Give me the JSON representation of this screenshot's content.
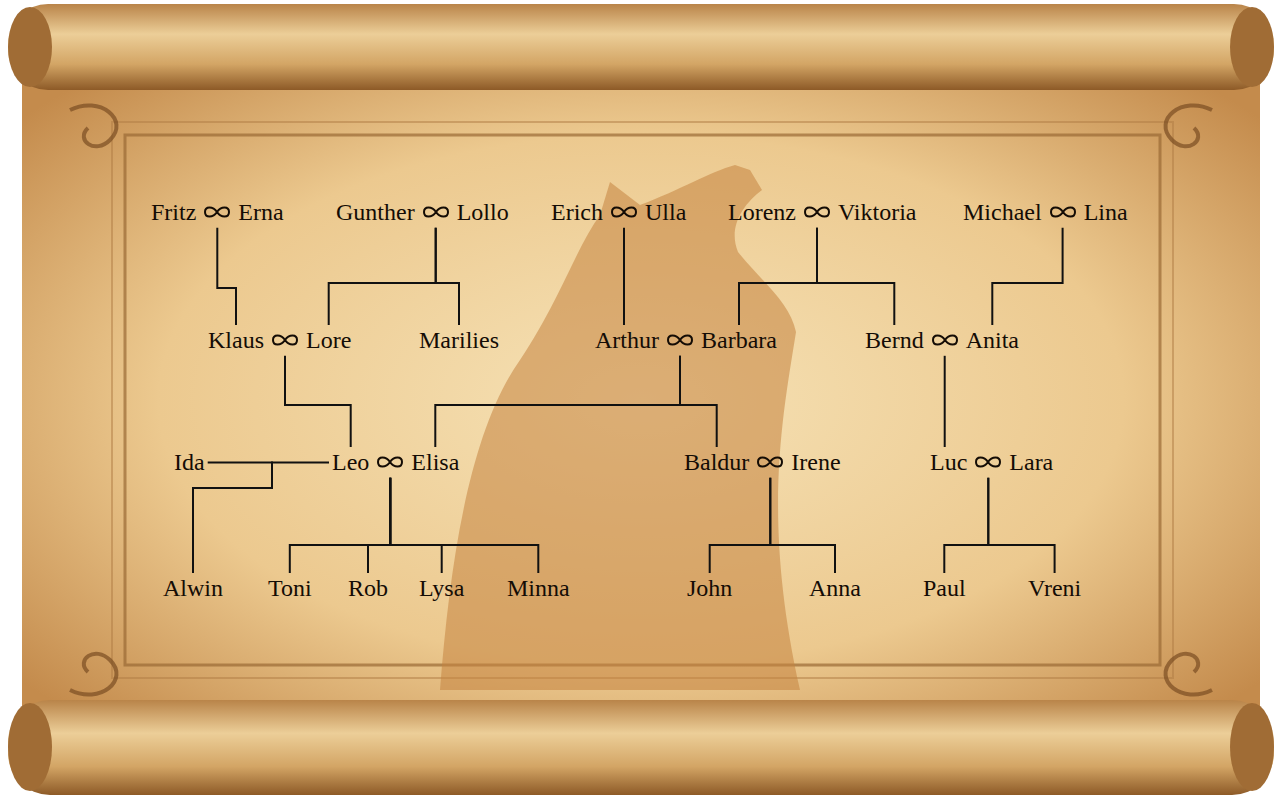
{
  "diagram": {
    "nodes": [
      {
        "text": [
          "Fritz",
          "Erna"
        ]
      },
      {
        "text": [
          "Gunther",
          "Lollo"
        ]
      },
      {
        "text": [
          "Erich",
          "Ulla"
        ]
      },
      {
        "text": [
          "Lorenz",
          "Viktoria"
        ]
      },
      {
        "text": [
          "Michael",
          "Lina"
        ]
      },
      {
        "text": [
          "Klaus",
          "Lore"
        ]
      },
      {
        "text": [
          "Marilies"
        ]
      },
      {
        "text": [
          "Arthur",
          "Barbara"
        ]
      },
      {
        "text": [
          "Bernd",
          "Anita"
        ]
      },
      {
        "text": [
          "Ida"
        ]
      },
      {
        "text": [
          "Leo",
          "Elisa"
        ]
      },
      {
        "text": [
          "Baldur",
          "Irene"
        ]
      },
      {
        "text": [
          "Luc",
          "Lara"
        ]
      },
      {
        "text": [
          "Alwin"
        ]
      },
      {
        "text": [
          "Toni"
        ]
      },
      {
        "text": [
          "Rob"
        ]
      },
      {
        "text": [
          "Lysa"
        ]
      },
      {
        "text": [
          "Minna"
        ]
      },
      {
        "text": [
          "John"
        ]
      },
      {
        "text": [
          "Anna"
        ]
      },
      {
        "text": [
          "Paul"
        ]
      },
      {
        "text": [
          "Vreni"
        ]
      }
    ],
    "edges": [
      {
        "from": 0,
        "to": 5,
        "arrow": "none"
      },
      {
        "from": 1,
        "to": 5,
        "arrow": "none"
      },
      {
        "from": 1,
        "to": 6,
        "arrow": "none"
      },
      {
        "from": 2,
        "to": 7,
        "arrow": "none"
      },
      {
        "from": 3,
        "to": 7,
        "arrow": "none"
      },
      {
        "from": 3,
        "to": 8,
        "arrow": "none"
      },
      {
        "from": 4,
        "to": 8,
        "arrow": "none"
      },
      {
        "from": 5,
        "to": 10,
        "arrow": "none"
      },
      {
        "from": 7,
        "to": 10,
        "arrow": "none"
      },
      {
        "from": 7,
        "to": 11,
        "arrow": "none"
      },
      {
        "from": 8,
        "to": 12,
        "arrow": "none"
      },
      {
        "from": 9,
        "to": 13,
        "arrow": "none"
      },
      {
        "from": 10,
        "to": 13,
        "arrow": "none"
      },
      {
        "from": 10,
        "to": 14,
        "arrow": "none"
      },
      {
        "from": 10,
        "to": 15,
        "arrow": "none"
      },
      {
        "from": 10,
        "to": 16,
        "arrow": "none"
      },
      {
        "from": 10,
        "to": 17,
        "arrow": "none"
      },
      {
        "from": 11,
        "to": 18,
        "arrow": "none"
      },
      {
        "from": 11,
        "to": 19,
        "arrow": "none"
      },
      {
        "from": 12,
        "to": 20,
        "arrow": "none"
      },
      {
        "from": 12,
        "to": 21,
        "arrow": "none"
      }
    ]
  }
}
